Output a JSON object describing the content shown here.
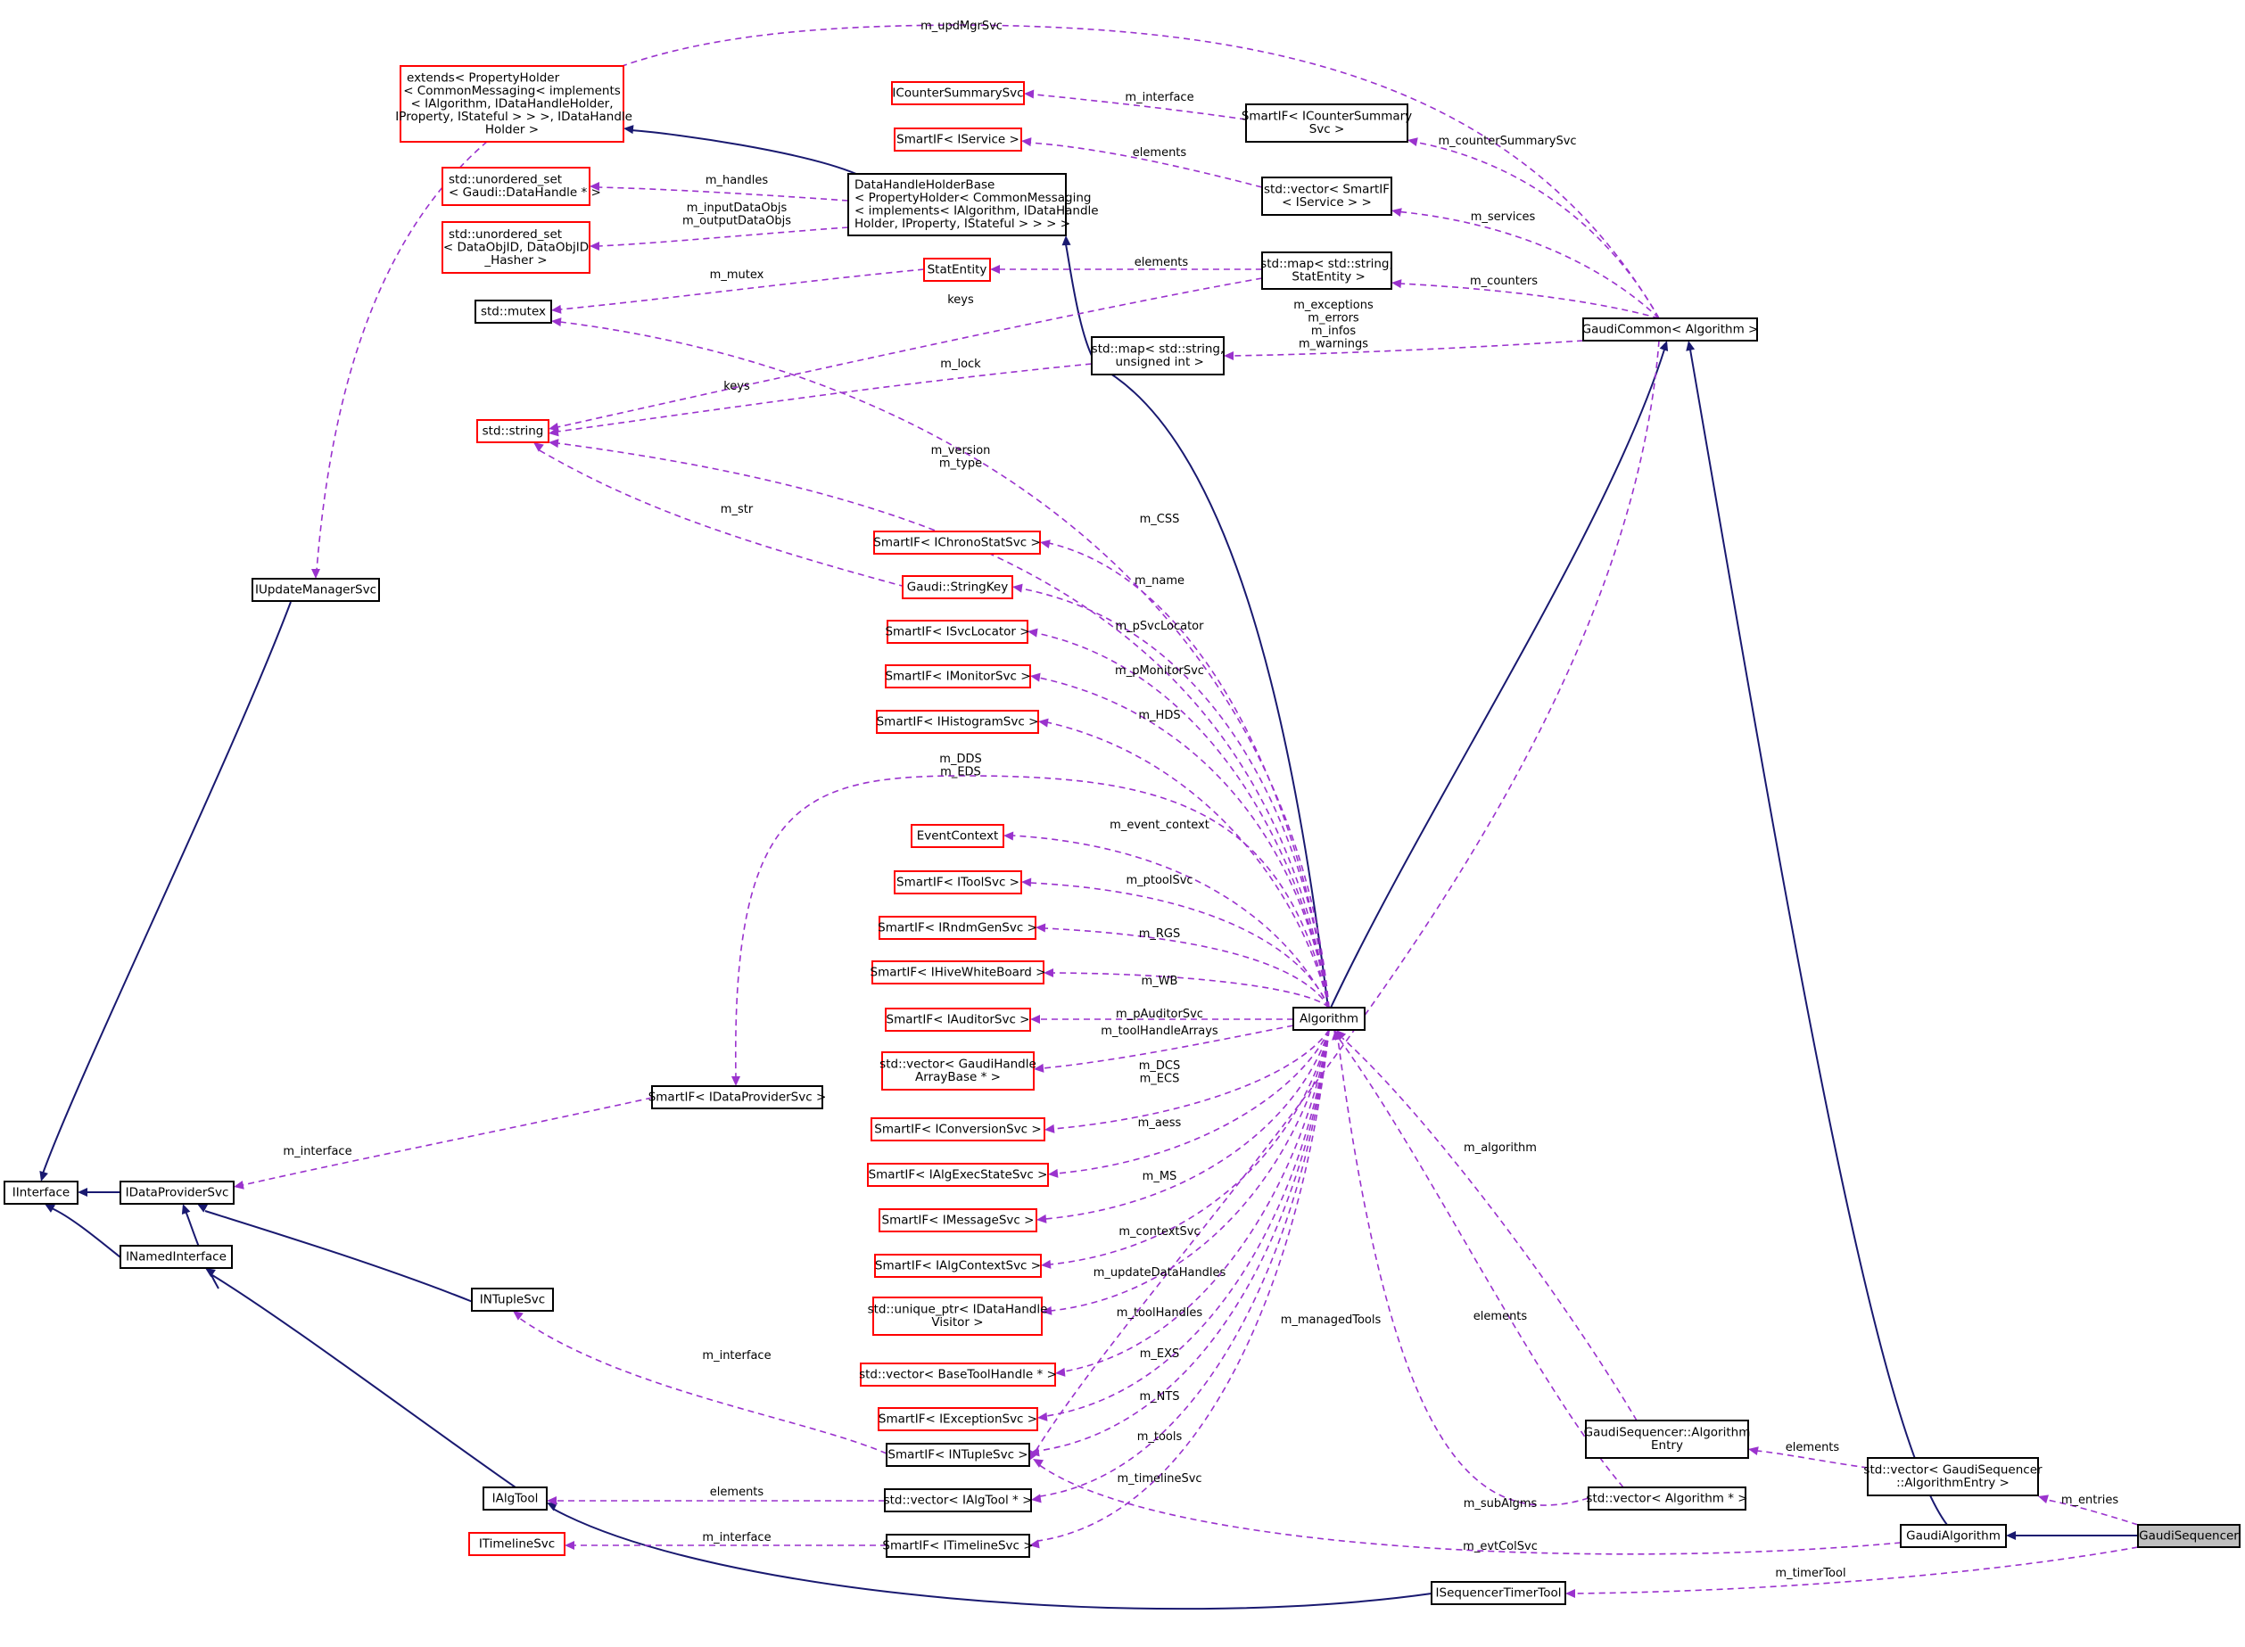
{
  "diagram": {
    "colors": {
      "inheritance_edge": "#191970",
      "usage_edge": "#9a32cd",
      "documented_node_border": "#000000",
      "undocumented_node_border": "#ff0000",
      "highlight_fill": "#bfbfbf"
    },
    "nodes": [
      {
        "id": "updmgr",
        "lines": [
          "IUpdateManagerSvc"
        ],
        "border": "black"
      },
      {
        "id": "iinterface",
        "lines": [
          "IInterface"
        ],
        "border": "black"
      },
      {
        "id": "idataprovider",
        "lines": [
          "IDataProviderSvc"
        ],
        "border": "black"
      },
      {
        "id": "inamed",
        "lines": [
          "INamedInterface"
        ],
        "border": "black"
      },
      {
        "id": "intuple",
        "lines": [
          "INTupleSvc"
        ],
        "border": "black"
      },
      {
        "id": "ialgtool",
        "lines": [
          "IAlgTool"
        ],
        "border": "black"
      },
      {
        "id": "itimeline",
        "lines": [
          "ITimelineSvc"
        ],
        "border": "red"
      },
      {
        "id": "extends",
        "lines": [
          "extends< PropertyHolder",
          "< CommonMessaging< implements",
          "< IAlgorithm, IDataHandleHolder,",
          " IProperty, IStateful > > >, IDataHandle",
          "Holder >"
        ],
        "border": "red"
      },
      {
        "id": "uset1",
        "lines": [
          "std::unordered_set",
          "< Gaudi::DataHandle * >"
        ],
        "border": "red"
      },
      {
        "id": "uset2",
        "lines": [
          "std::unordered_set",
          "< DataObjID, DataObjID",
          "_Hasher >"
        ],
        "border": "red"
      },
      {
        "id": "mutex",
        "lines": [
          "std::mutex"
        ],
        "border": "black"
      },
      {
        "id": "string",
        "lines": [
          "std::string"
        ],
        "border": "red"
      },
      {
        "id": "icsumm",
        "lines": [
          "ICounterSummarySvc"
        ],
        "border": "red"
      },
      {
        "id": "sifiservice",
        "lines": [
          "SmartIF< IService >"
        ],
        "border": "red"
      },
      {
        "id": "dhhb",
        "lines": [
          "DataHandleHolderBase",
          "< PropertyHolder< CommonMessaging",
          "< implements< IAlgorithm, IDataHandle",
          "Holder, IProperty, IStateful > > > >"
        ],
        "border": "black"
      },
      {
        "id": "statentity",
        "lines": [
          "StatEntity"
        ],
        "border": "red"
      },
      {
        "id": "sicsumm",
        "lines": [
          "SmartIF< ICounterSummary",
          "Svc >"
        ],
        "border": "black"
      },
      {
        "id": "vecsi",
        "lines": [
          "std::vector< SmartIF",
          "< IService > >"
        ],
        "border": "black"
      },
      {
        "id": "mapstat",
        "lines": [
          "std::map< std::string,",
          " StatEntity >"
        ],
        "border": "black"
      },
      {
        "id": "mapuint",
        "lines": [
          "std::map< std::string,",
          " unsigned int >"
        ],
        "border": "black"
      },
      {
        "id": "gcommon",
        "lines": [
          "GaudiCommon< Algorithm >"
        ],
        "border": "black"
      },
      {
        "id": "sichrono",
        "lines": [
          "SmartIF< IChronoStatSvc >"
        ],
        "border": "red"
      },
      {
        "id": "strkey",
        "lines": [
          "Gaudi::StringKey"
        ],
        "border": "red"
      },
      {
        "id": "sisvcloc",
        "lines": [
          "SmartIF< ISvcLocator >"
        ],
        "border": "red"
      },
      {
        "id": "simon",
        "lines": [
          "SmartIF< IMonitorSvc >"
        ],
        "border": "red"
      },
      {
        "id": "sihist",
        "lines": [
          "SmartIF< IHistogramSvc >"
        ],
        "border": "red"
      },
      {
        "id": "evctx",
        "lines": [
          "EventContext"
        ],
        "border": "red"
      },
      {
        "id": "sitool",
        "lines": [
          "SmartIF< IToolSvc >"
        ],
        "border": "red"
      },
      {
        "id": "sirndm",
        "lines": [
          "SmartIF< IRndmGenSvc >"
        ],
        "border": "red"
      },
      {
        "id": "sihive",
        "lines": [
          "SmartIF< IHiveWhiteBoard >"
        ],
        "border": "red"
      },
      {
        "id": "siaud",
        "lines": [
          "SmartIF< IAuditorSvc >"
        ],
        "border": "red"
      },
      {
        "id": "vecgha",
        "lines": [
          "std::vector< GaudiHandle",
          "ArrayBase * >"
        ],
        "border": "red"
      },
      {
        "id": "siconv",
        "lines": [
          "SmartIF< IConversionSvc >"
        ],
        "border": "red"
      },
      {
        "id": "siexec",
        "lines": [
          "SmartIF< IAlgExecStateSvc >"
        ],
        "border": "red"
      },
      {
        "id": "simsg",
        "lines": [
          "SmartIF< IMessageSvc >"
        ],
        "border": "red"
      },
      {
        "id": "sictx",
        "lines": [
          "SmartIF< IAlgContextSvc >"
        ],
        "border": "red"
      },
      {
        "id": "uptr",
        "lines": [
          "std::unique_ptr< IDataHandle",
          "Visitor >"
        ],
        "border": "red"
      },
      {
        "id": "vecbth",
        "lines": [
          "std::vector< BaseToolHandle * >"
        ],
        "border": "red"
      },
      {
        "id": "siexc",
        "lines": [
          "SmartIF< IExceptionSvc >"
        ],
        "border": "red"
      },
      {
        "id": "sintuple",
        "lines": [
          "SmartIF< INTupleSvc >"
        ],
        "border": "black"
      },
      {
        "id": "vecalgtool",
        "lines": [
          "std::vector< IAlgTool * >"
        ],
        "border": "black"
      },
      {
        "id": "sitimeline",
        "lines": [
          "SmartIF< ITimelineSvc >"
        ],
        "border": "black"
      },
      {
        "id": "sidp",
        "lines": [
          "SmartIF< IDataProviderSvc >"
        ],
        "border": "black"
      },
      {
        "id": "algorithm",
        "lines": [
          "Algorithm"
        ],
        "border": "black"
      },
      {
        "id": "gsalgentry",
        "lines": [
          "GaudiSequencer::Algorithm",
          "Entry"
        ],
        "border": "black"
      },
      {
        "id": "vecalgentry",
        "lines": [
          "std::vector< GaudiSequencer",
          "::AlgorithmEntry >"
        ],
        "border": "black"
      },
      {
        "id": "vecalg",
        "lines": [
          "std::vector< Algorithm * >"
        ],
        "border": "black"
      },
      {
        "id": "galgorithm",
        "lines": [
          "GaudiAlgorithm"
        ],
        "border": "black"
      },
      {
        "id": "gseq",
        "lines": [
          "GaudiSequencer"
        ],
        "border": "black",
        "highlight": true
      },
      {
        "id": "iseqtimer",
        "lines": [
          "ISequencerTimerTool"
        ],
        "border": "black"
      }
    ],
    "edge_labels": [
      {
        "id": "l_updmgr",
        "lines": [
          "m_updMgrSvc"
        ]
      },
      {
        "id": "l_interface_cs",
        "lines": [
          "m_interface"
        ]
      },
      {
        "id": "l_elem_svc",
        "lines": [
          "elements"
        ]
      },
      {
        "id": "l_countsum",
        "lines": [
          "m_counterSummarySvc"
        ]
      },
      {
        "id": "l_services",
        "lines": [
          "m_services"
        ]
      },
      {
        "id": "l_handles",
        "lines": [
          "m_handles"
        ]
      },
      {
        "id": "l_inout",
        "lines": [
          "m_inputDataObjs",
          "m_outputDataObjs"
        ]
      },
      {
        "id": "l_elem_stat",
        "lines": [
          "elements"
        ]
      },
      {
        "id": "l_mutex",
        "lines": [
          "m_mutex"
        ]
      },
      {
        "id": "l_keys1",
        "lines": [
          "keys"
        ]
      },
      {
        "id": "l_counters",
        "lines": [
          "m_counters"
        ]
      },
      {
        "id": "l_excs",
        "lines": [
          "m_exceptions",
          "m_errors",
          "m_infos",
          "m_warnings"
        ]
      },
      {
        "id": "l_lock",
        "lines": [
          "m_lock"
        ]
      },
      {
        "id": "l_keys2",
        "lines": [
          "keys"
        ]
      },
      {
        "id": "l_version",
        "lines": [
          "m_version",
          "m_type"
        ]
      },
      {
        "id": "l_str",
        "lines": [
          "m_str"
        ]
      },
      {
        "id": "l_css",
        "lines": [
          "m_CSS"
        ]
      },
      {
        "id": "l_name",
        "lines": [
          "m_name"
        ]
      },
      {
        "id": "l_psvcloc",
        "lines": [
          "m_pSvcLocator"
        ]
      },
      {
        "id": "l_pmon",
        "lines": [
          "m_pMonitorSvc"
        ]
      },
      {
        "id": "l_hds",
        "lines": [
          "m_HDS"
        ]
      },
      {
        "id": "l_dds",
        "lines": [
          "m_DDS",
          "m_EDS"
        ]
      },
      {
        "id": "l_evctx",
        "lines": [
          "m_event_context"
        ]
      },
      {
        "id": "l_ptool",
        "lines": [
          "m_ptoolSvc"
        ]
      },
      {
        "id": "l_rgs",
        "lines": [
          "m_RGS"
        ]
      },
      {
        "id": "l_wb",
        "lines": [
          "m_WB"
        ]
      },
      {
        "id": "l_paud",
        "lines": [
          "m_pAuditorSvc"
        ]
      },
      {
        "id": "l_tha",
        "lines": [
          "m_toolHandleArrays"
        ]
      },
      {
        "id": "l_dcs",
        "lines": [
          "m_DCS",
          "m_ECS"
        ]
      },
      {
        "id": "l_aess",
        "lines": [
          "m_aess"
        ]
      },
      {
        "id": "l_ms",
        "lines": [
          "m_MS"
        ]
      },
      {
        "id": "l_ctx",
        "lines": [
          "m_contextSvc"
        ]
      },
      {
        "id": "l_udh",
        "lines": [
          "m_updateDataHandles"
        ]
      },
      {
        "id": "l_th",
        "lines": [
          "m_toolHandles"
        ]
      },
      {
        "id": "l_exs",
        "lines": [
          "m_EXS"
        ]
      },
      {
        "id": "l_nts",
        "lines": [
          "m_NTS"
        ]
      },
      {
        "id": "l_tools",
        "lines": [
          "m_tools"
        ]
      },
      {
        "id": "l_timeline",
        "lines": [
          "m_timelineSvc"
        ]
      },
      {
        "id": "l_mtools",
        "lines": [
          "m_managedTools"
        ]
      },
      {
        "id": "l_malg",
        "lines": [
          "m_algorithm"
        ]
      },
      {
        "id": "l_elem_alg",
        "lines": [
          "elements"
        ]
      },
      {
        "id": "l_elem_entry",
        "lines": [
          "elements"
        ]
      },
      {
        "id": "l_subalgs",
        "lines": [
          "m_subAlgms"
        ]
      },
      {
        "id": "l_entries",
        "lines": [
          "m_entries"
        ]
      },
      {
        "id": "l_evtcol",
        "lines": [
          "m_evtColSvc"
        ]
      },
      {
        "id": "l_timer",
        "lines": [
          "m_timerTool"
        ]
      },
      {
        "id": "l_interface_dp",
        "lines": [
          "m_interface"
        ]
      },
      {
        "id": "l_interface_nt",
        "lines": [
          "m_interface"
        ]
      },
      {
        "id": "l_elem_tool",
        "lines": [
          "elements"
        ]
      },
      {
        "id": "l_interface_tl",
        "lines": [
          "m_interface"
        ]
      }
    ]
  }
}
